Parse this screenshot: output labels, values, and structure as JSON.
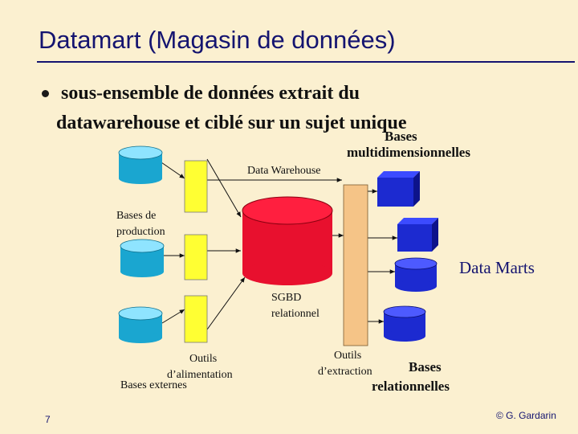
{
  "slide": {
    "title": "Datamart (Magasin de données)",
    "bullet_line1": "sous-ensemble de données extrait du",
    "bullet_line2": "datawarehouse et ciblé sur un sujet unique",
    "page_number": "7",
    "copyright": "© G. Gardarin"
  },
  "diagram": {
    "bases_multi_line1": "Bases",
    "bases_multi_line2": "multidimensionnelles",
    "data_warehouse": "Data Warehouse",
    "bases_production_line1": "Bases de",
    "bases_production_line2": "production",
    "data_marts": "Data Marts",
    "sgbd_line1": "SGBD",
    "sgbd_line2": "relationnel",
    "outils_alim_line1": "Outils",
    "outils_alim_line2": "d’alimentation",
    "bases_externes": "Bases externes",
    "outils_extr_line1": "Outils",
    "outils_extr_line2": "d’extraction",
    "bases_rel_line1": "Bases",
    "bases_rel_line2": "relationnelles"
  },
  "colors": {
    "background": "#fbf0d0",
    "title": "#141470",
    "source_db": "#1aa6d0",
    "feed_tool": "#ffff33",
    "warehouse": "#e8102e",
    "extract_tool": "#f5c487",
    "cube": "#1c2ad0",
    "mart_db": "#1c2ad0"
  }
}
